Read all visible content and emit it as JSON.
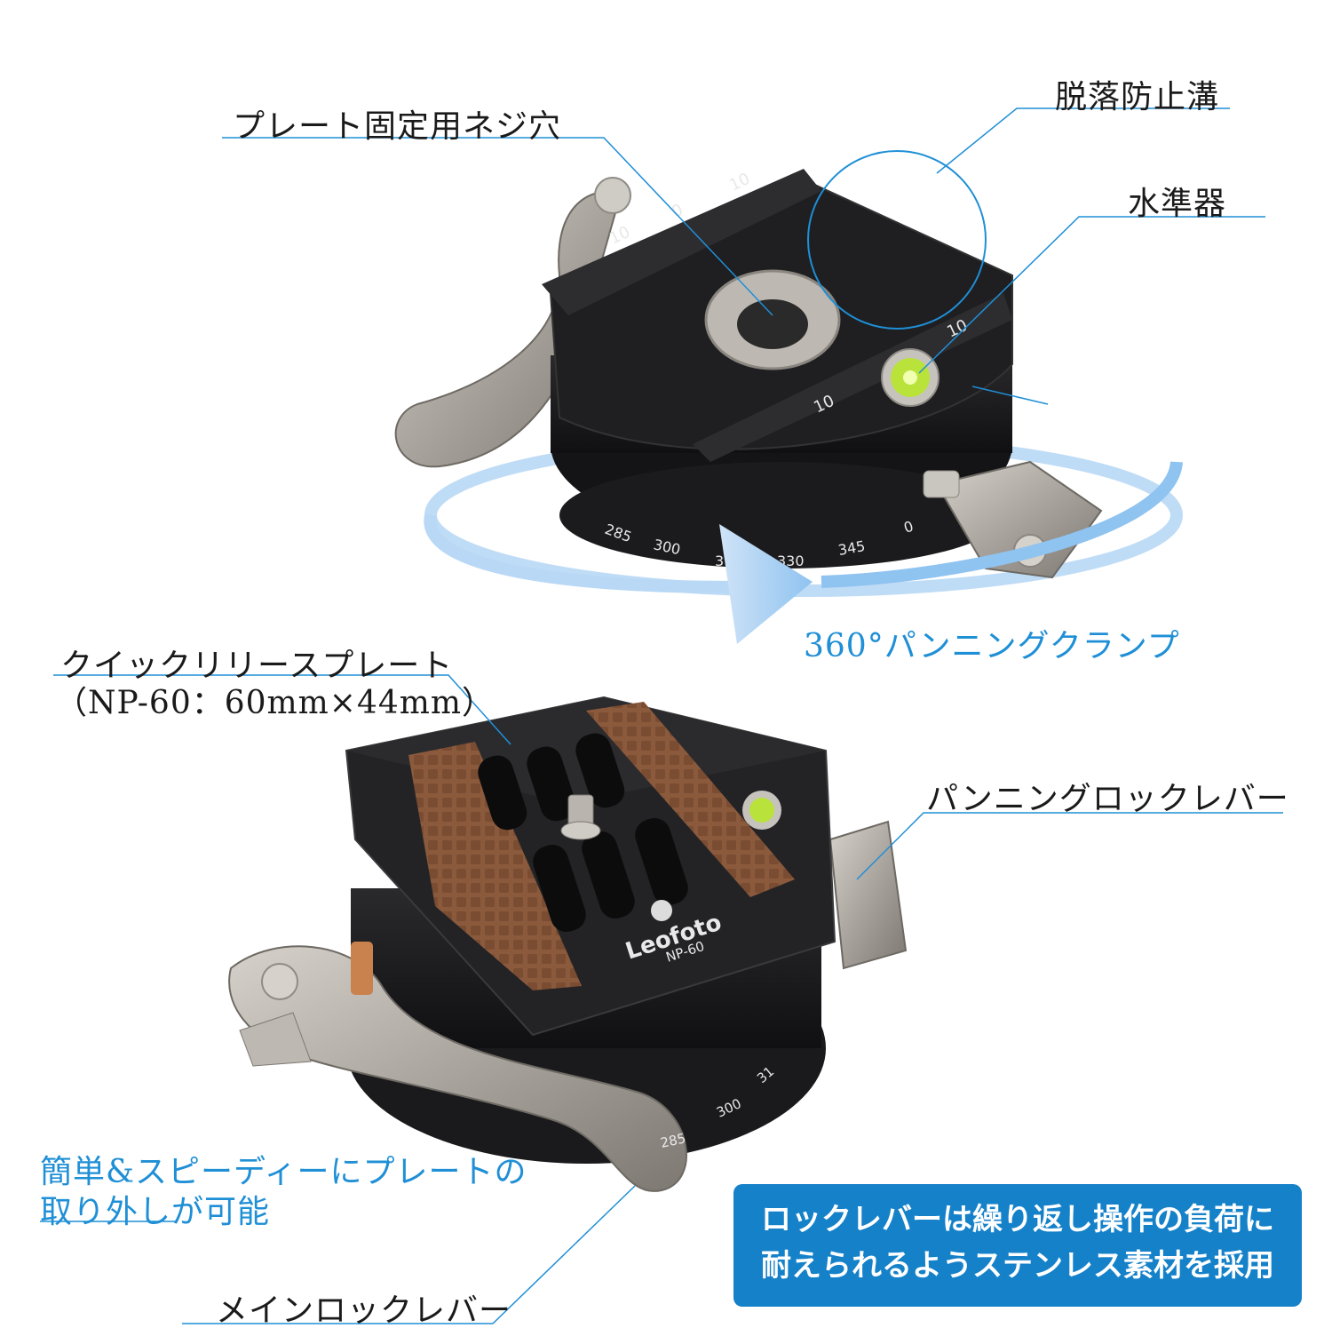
{
  "callouts": {
    "plate_screw_hole": "プレート固定用ネジ穴",
    "anti_drop_groove": "脱落防止溝",
    "bubble_level": "水準器",
    "panning_clamp": "360°パンニングクランプ",
    "quick_release_plate_title": "クイックリリースプレート",
    "quick_release_plate_spec": "（NP-60：60mm×44mm）",
    "panning_lock_lever": "パンニングロックレバー",
    "easy_removal_line1": "簡単&スピーディーにプレートの",
    "easy_removal_line2": "取り外しが可能",
    "main_lock_lever": "メインロックレバー"
  },
  "info_box": {
    "line1": "ロックレバーは繰り返し操作の負荷に",
    "line2": "耐えられるようステンレス素材を採用"
  },
  "product_marks": {
    "brand": "Leofoto",
    "model": "NP-60",
    "top_scale": [
      "10",
      "0",
      "10"
    ],
    "side_scale": [
      "10",
      "10"
    ],
    "dial_top": [
      "285",
      "300",
      "315",
      "330",
      "345",
      "0"
    ],
    "dial_bottom": [
      "285",
      "300",
      "31"
    ]
  },
  "colors": {
    "accent_blue": "#1f8fd6",
    "info_box_bg": "#1581c9",
    "body_black": "#1b1b1d",
    "steel": "#a9a49d",
    "grip_brown": "#8b5a3c",
    "bubble_green": "#b9e23a"
  }
}
